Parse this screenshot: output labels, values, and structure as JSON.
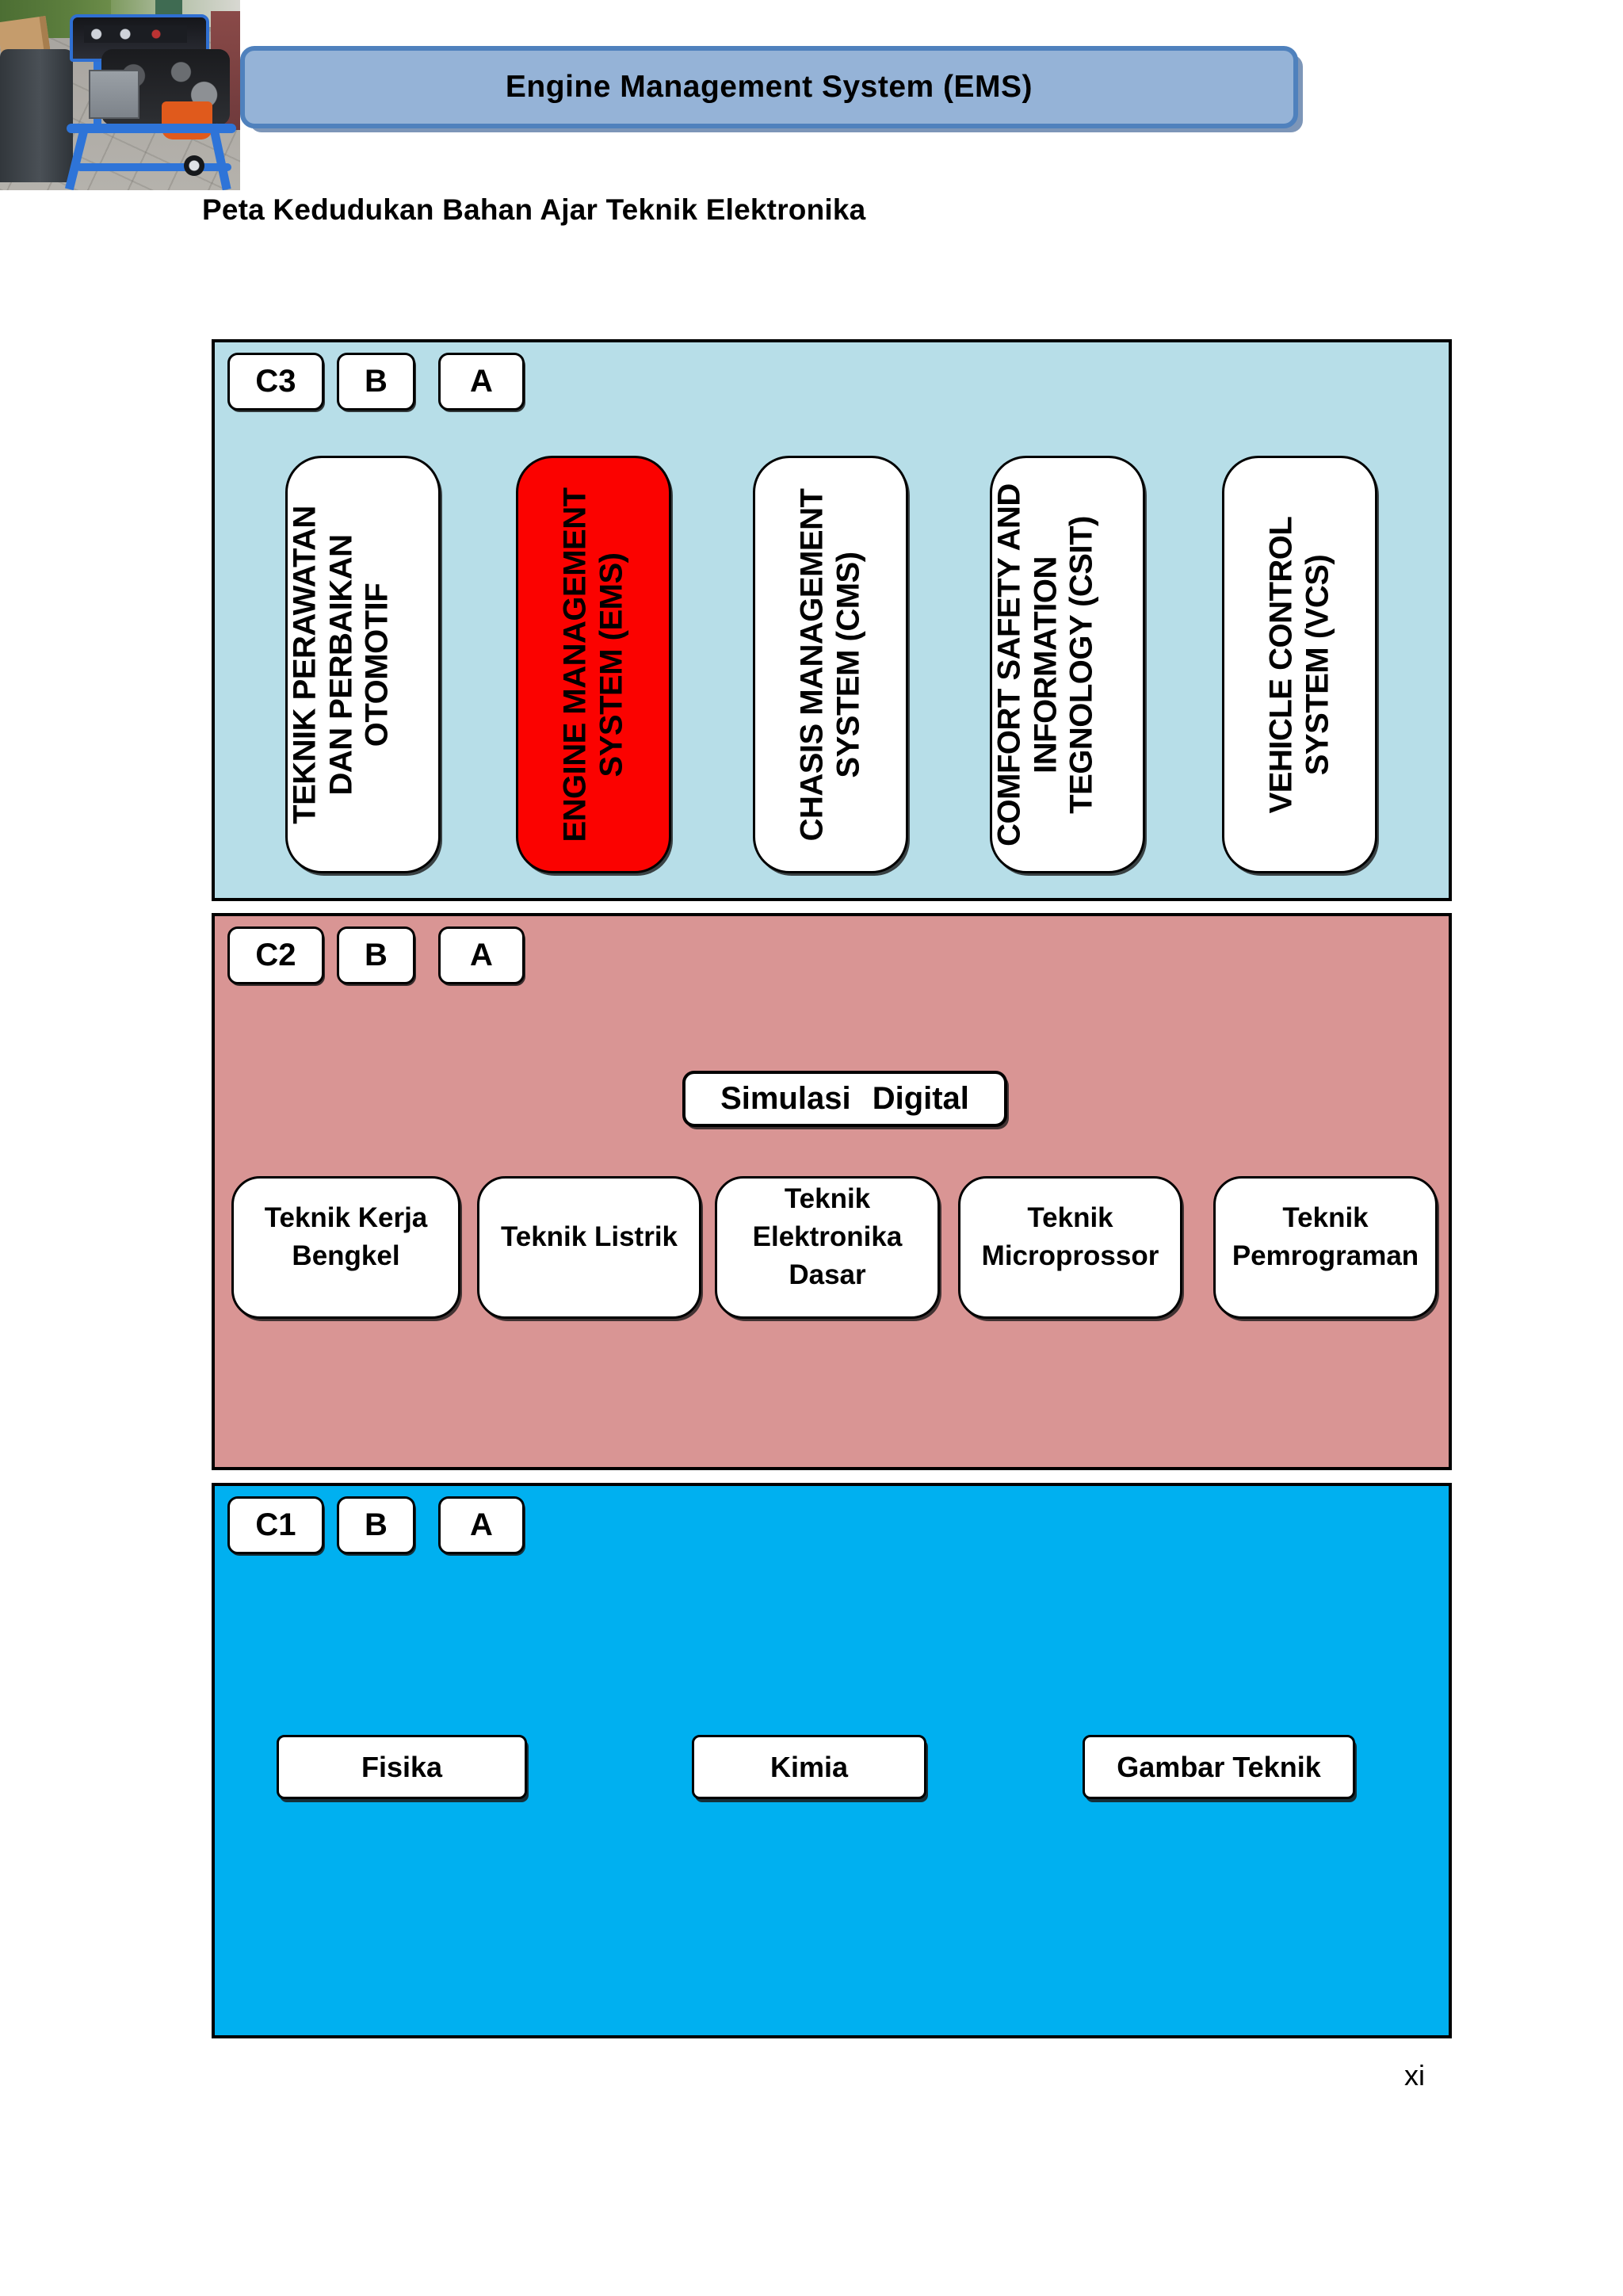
{
  "header": {
    "banner_title": "Engine Management System (EMS)",
    "banner_fill": "#95B3D7",
    "banner_border": "#4F81BD"
  },
  "page_title": "Peta Kedudukan Bahan Ajar Teknik Elektronika",
  "page_number": "xi",
  "colors": {
    "c3_bg": "#B7DEE8",
    "c2_bg": "#D99594",
    "c1_bg": "#00B0F0",
    "highlight_red": "#FB0200",
    "box_white": "#FFFFFF"
  },
  "sections": [
    {
      "id": "C3",
      "tabs": [
        "C3",
        "B",
        "A"
      ],
      "boxes": [
        {
          "lines": [
            "TEKNIK PERAWATAN",
            "DAN PERBAIKAN",
            "OTOMOTIF"
          ]
        },
        {
          "lines": [
            "ENGINE MANAGEMENT",
            "SYSTEM (EMS)"
          ],
          "highlighted": true
        },
        {
          "lines": [
            "CHASIS MANAGEMENT",
            "SYSTEM (CMS)"
          ]
        },
        {
          "lines": [
            "COMFORT SAFETY AND",
            "INFORMATION",
            "TEGNOLOGY (CSIT)"
          ]
        },
        {
          "lines": [
            "VEHICLE CONTROL",
            "SYSTEM (VCS)"
          ]
        }
      ]
    },
    {
      "id": "C2",
      "tabs": [
        "C2",
        "B",
        "A"
      ],
      "floating_box": "Simulasi Digital",
      "boxes": [
        {
          "lines": [
            "Teknik Kerja",
            "Bengkel"
          ]
        },
        {
          "lines": [
            "Teknik Listrik"
          ]
        },
        {
          "lines": [
            "Teknik",
            "Elektronika",
            "Dasar"
          ]
        },
        {
          "lines": [
            "Teknik",
            "Microprossor"
          ]
        },
        {
          "lines": [
            "Teknik",
            "Pemrograman"
          ]
        }
      ]
    },
    {
      "id": "C1",
      "tabs": [
        "C1",
        "B",
        "A"
      ],
      "boxes": [
        {
          "lines": [
            "Fisika"
          ]
        },
        {
          "lines": [
            "Kimia"
          ]
        },
        {
          "lines": [
            "Gambar Teknik"
          ]
        }
      ]
    }
  ]
}
